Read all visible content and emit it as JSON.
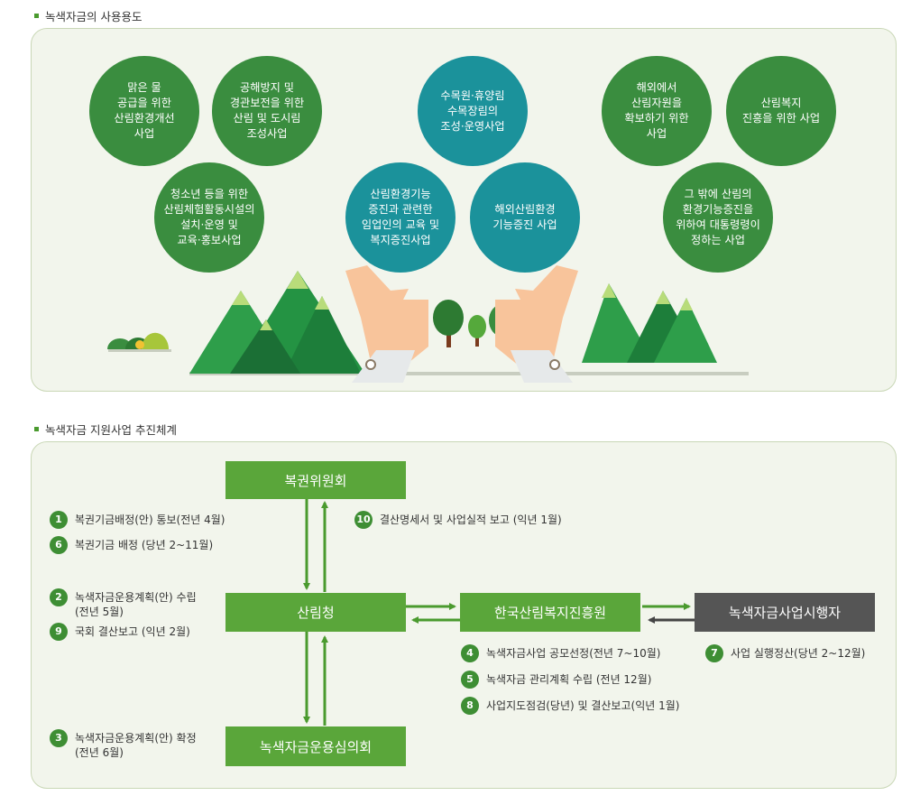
{
  "section1": {
    "title": "녹색자금의 사용용도",
    "circles": [
      {
        "text": "맑은 물\n공급을 위한\n산림환경개선\n사업"
      },
      {
        "text": "공해방지 및\n경관보전을 위한\n산림 및 도시림\n조성사업"
      },
      {
        "text": "청소년 등을 위한\n산림체험활동시설의\n설치·운영 및\n교육·홍보사업"
      },
      {
        "text": "수목원·휴양림\n수목장림의\n조성·운영사업"
      },
      {
        "text": "산림환경기능\n증진과 관련한\n임업인의 교육 및\n복지증진사업"
      },
      {
        "text": "해외산림환경\n기능증진 사업"
      },
      {
        "text": "해외에서\n산림자원을\n확보하기 위한\n사업"
      },
      {
        "text": "산림복지\n진흥을 위한 사업"
      },
      {
        "text": "그 밖에 산림의\n환경기능증진을\n위하여 대통령령이\n정하는 사업"
      }
    ]
  },
  "section2": {
    "title": "녹색자금 지원사업 추진체계",
    "boxes": {
      "lottery": "복권위원회",
      "forest_service": "산림청",
      "committee": "녹색자금운용심의회",
      "institute": "한국산림복지진흥원",
      "executor": "녹색자금사업시행자"
    },
    "notes": [
      {
        "num": "1",
        "text": "복권기금배정(안) 통보(전년 4월)"
      },
      {
        "num": "6",
        "text": "복권기금 배정 (당년 2~11월)"
      },
      {
        "num": "2",
        "text": "녹색자금운용계획(안) 수립\n(전년 5월)"
      },
      {
        "num": "9",
        "text": "국회 결산보고 (익년 2월)"
      },
      {
        "num": "3",
        "text": "녹색자금운용계획(안) 확정\n(전년 6월)"
      },
      {
        "num": "10",
        "text": "결산명세서 및 사업실적 보고 (익년 1월)"
      },
      {
        "num": "4",
        "text": "녹색자금사업 공모선정(전년 7~10월)"
      },
      {
        "num": "5",
        "text": "녹색자금 관리계획 수립 (전년 12월)"
      },
      {
        "num": "8",
        "text": "사업지도점검(당년) 및 결산보고(익년 1월)"
      },
      {
        "num": "7",
        "text": "사업 실행정산(당년 2~12월)"
      }
    ]
  },
  "colors": {
    "panel_bg": "#f2f5ec",
    "circle_green": "#3a8d3f",
    "circle_teal": "#1b929b",
    "box_green": "#5aa63a",
    "box_dark": "#555555",
    "arrow_green": "#4a9a2e",
    "number_badge": "#3e8e34"
  }
}
